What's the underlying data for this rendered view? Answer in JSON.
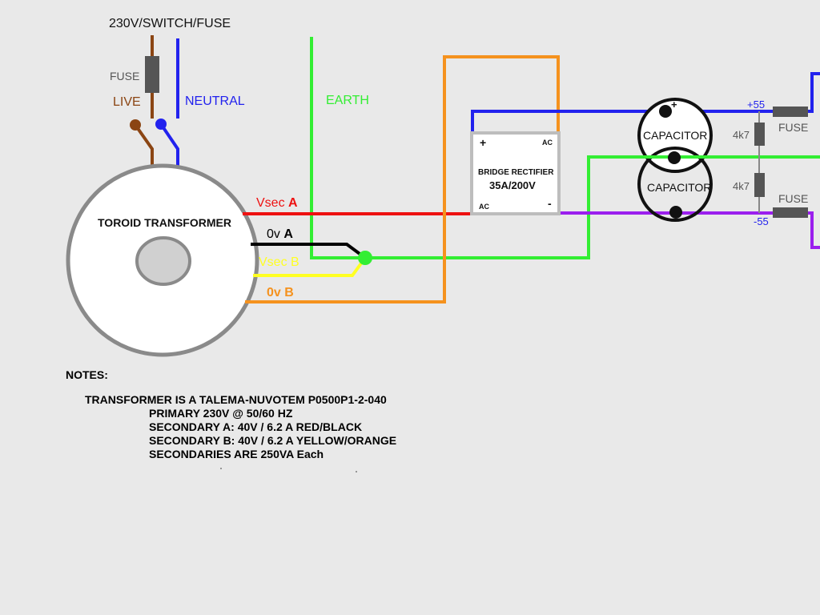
{
  "title": "230V/SWITCH/FUSE",
  "labels": {
    "fuse_primary": "FUSE",
    "live": "LIVE",
    "neutral": "NEUTRAL",
    "earth": "EARTH",
    "transformer": "TOROID TRANSFORMER",
    "vsec_a_prefix": "Vsec ",
    "vsec_a_suffix": "A",
    "ov_a_prefix": "0v ",
    "ov_a_suffix": "A",
    "vsec_b": "Vsec B",
    "ov_b": "0v B",
    "rect_plus": "+",
    "rect_ac_top": "AC",
    "rect_name": "BRIDGE RECTIFIER",
    "rect_rating": "35A/200V",
    "rect_ac_bottom": "AC",
    "rect_minus": "-",
    "cap_top": "CAPACITOR",
    "cap_bottom": "CAPACITOR",
    "cap_plus": "+",
    "res_top": "4k7",
    "res_bottom": "4k7",
    "plus55": "+55",
    "minus55": "-55",
    "fuse_pos": "FUSE",
    "fuse_neg": "FUSE"
  },
  "notes": {
    "heading": "NOTES:",
    "line1": "TRANSFORMER IS A TALEMA-NUVOTEM P0500P1-2-040",
    "line2": "PRIMARY 230V @ 50/60 HZ",
    "line3": "SECONDARY A: 40V / 6.2 A RED/BLACK",
    "line4": "SECONDARY B: 40V / 6.2 A YELLOW/ORANGE",
    "line5": "SECONDARIES ARE 250VA Each"
  },
  "colors": {
    "live": "#8B4513",
    "neutral": "#2222EE",
    "earth": "#33EE33",
    "vsec_a": "#EE1111",
    "ov_a": "#000000",
    "vsec_b": "#FFFF22",
    "ov_b": "#F5921E",
    "negative_rail": "#9B1FEE",
    "component_gray": "#555555",
    "transformer_ring": "#8a8a8a"
  }
}
